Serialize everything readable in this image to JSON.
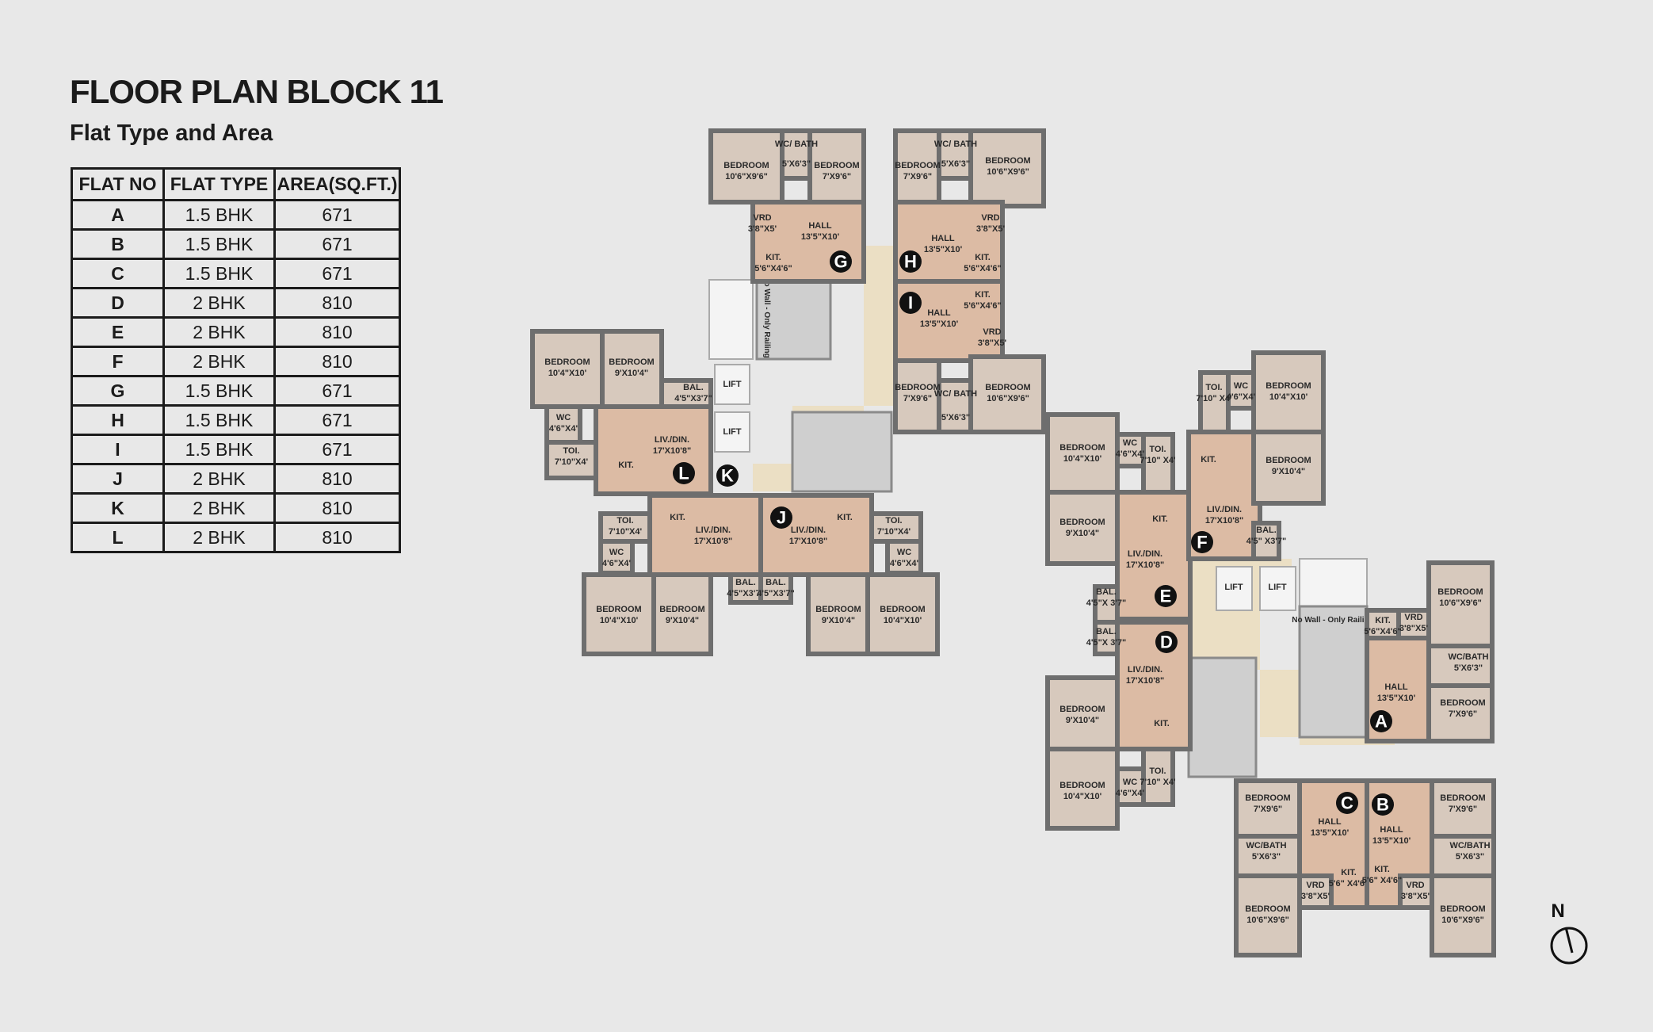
{
  "title": "FLOOR PLAN BLOCK 11",
  "subtitle": "Flat Type and Area",
  "table": {
    "headers": [
      "FLAT NO",
      "FLAT TYPE",
      "AREA(SQ.FT.)"
    ],
    "rows": [
      [
        "A",
        "1.5 BHK",
        "671"
      ],
      [
        "B",
        "1.5 BHK",
        "671"
      ],
      [
        "C",
        "1.5 BHK",
        "671"
      ],
      [
        "D",
        "2 BHK",
        "810"
      ],
      [
        "E",
        "2 BHK",
        "810"
      ],
      [
        "F",
        "2 BHK",
        "810"
      ],
      [
        "G",
        "1.5 BHK",
        "671"
      ],
      [
        "H",
        "1.5 BHK",
        "671"
      ],
      [
        "I",
        "1.5 BHK",
        "671"
      ],
      [
        "J",
        "2 BHK",
        "810"
      ],
      [
        "K",
        "2 BHK",
        "810"
      ],
      [
        "L",
        "2 BHK",
        "810"
      ]
    ]
  },
  "plan": {
    "markers": [
      "A",
      "B",
      "C",
      "D",
      "E",
      "F",
      "G",
      "H",
      "I",
      "J",
      "K",
      "L"
    ],
    "room_labels": {
      "g_bed1": "BEDROOM",
      "g_bed1_dim": "10'6\"X9'6\"",
      "g_wc": "WC/ BATH",
      "g_wc_dim": "5'X6'3\"",
      "g_bed2": "BEDROOM",
      "g_bed2_dim": "7'X9'6\"",
      "g_vrd": "VRD",
      "g_vrd_dim": "3'8\"X5'",
      "g_hall": "HALL",
      "g_hall_dim": "13'5\"X10'",
      "g_kit": "KIT.",
      "g_kit_dim": "5'6\"X4'6\"",
      "h_bed1": "BEDROOM",
      "h_bed1_dim": "7'X9'6\"",
      "h_wc": "WC/ BATH",
      "h_wc_dim": "5'X6'3\"",
      "h_bed2": "BEDROOM",
      "h_bed2_dim": "10'6\"X9'6\"",
      "h_vrd": "VRD",
      "h_vrd_dim": "3'8\"X5'",
      "h_hall": "HALL",
      "h_hall_dim": "13'5\"X10'",
      "h_kit": "KIT.",
      "h_kit_dim": "5'6\"X4'6\"",
      "i_kit": "KIT.",
      "i_kit_dim": "5'6\"X4'6\"",
      "i_hall": "HALL",
      "i_hall_dim": "13'5\"X10'",
      "i_vrd": "VRD",
      "i_vrd_dim": "3'8\"X5'",
      "i_bed1": "BEDROOM",
      "i_bed1_dim": "7'X9'6\"",
      "i_wc": "WC/ BATH",
      "i_wc_dim": "5'X6'3\"",
      "i_bed2": "BEDROOM",
      "i_bed2_dim": "10'6\"X9'6\"",
      "l_bed1": "BEDROOM",
      "l_bed1_dim": "10'4\"X10'",
      "l_bed2": "BEDROOM",
      "l_bed2_dim": "9'X10'4\"",
      "l_wc": "WC",
      "l_wc_dim": "4'6\"X4'",
      "l_toi": "TOI.",
      "l_toi_dim": "7'10\"X4'",
      "l_kit": "KIT.",
      "l_liv": "LIV./DIN.",
      "l_liv_dim": "17'X10'8\"",
      "l_bal": "BAL.",
      "l_bal_dim": "4'5\"X3'7\"",
      "lift": "LIFT",
      "railing": "No Wall - Only Railing",
      "k_toi": "TOI.",
      "k_toi_dim": "7'10\"X4'",
      "k_wc": "WC",
      "k_wc_dim": "4'6\"X4'",
      "k_kit": "KIT.",
      "k_liv": "LIV./DIN.",
      "k_liv_dim": "17'X10'8\"",
      "k_bed1": "BEDROOM",
      "k_bed1_dim": "10'4\"X10'",
      "k_bed2": "BEDROOM",
      "k_bed2_dim": "9'X10'4\"",
      "k_bal": "BAL.",
      "k_bal_dim": "4'5\"X3'7\"",
      "j_liv": "LIV./DIN.",
      "j_liv_dim": "17'X10'8\"",
      "j_kit": "KIT.",
      "j_toi": "TOI.",
      "j_toi_dim": "7'10\"X4'",
      "j_wc": "WC",
      "j_wc_dim": "4'6\"X4'",
      "j_bal": "BAL.",
      "j_bal_dim": "4'5\"X3'7\"",
      "j_bed1": "BEDROOM",
      "j_bed1_dim": "9'X10'4\"",
      "j_bed2": "BEDROOM",
      "j_bed2_dim": "10'4\"X10'",
      "e_bed1": "BEDROOM",
      "e_bed1_dim": "10'4\"X10'",
      "e_wc": "WC",
      "e_wc_dim": "4'6\"X4'",
      "e_toi": "TOI.",
      "e_toi_dim": "7'10\" X4'",
      "e_bed2": "BEDROOM",
      "e_bed2_dim": "9'X10'4\"",
      "e_kit": "KIT.",
      "e_liv": "LIV./DIN.",
      "e_liv_dim": "17'X10'8\"",
      "e_bal": "BAL.",
      "e_bal_dim": "4'5\"X 3'7\"",
      "f_toi": "TOI.",
      "f_toi_dim": "7'10\" X4'",
      "f_wc": "WC",
      "f_wc_dim": "4'6\"X4'",
      "f_bed1": "BEDROOM",
      "f_bed1_dim": "10'4\"X10'",
      "f_kit": "KIT.",
      "f_bed2": "BEDROOM",
      "f_bed2_dim": "9'X10'4\"",
      "f_liv": "LIV./DIN.",
      "f_liv_dim": "17'X10'8\"",
      "f_bal": "BAL.",
      "f_bal_dim": "4'5\" X3'7\"",
      "d_bal": "BAL.",
      "d_bal_dim": "4'5\"X 3'7\"",
      "d_liv": "LIV./DIN.",
      "d_liv_dim": "17'X10'8\"",
      "d_bed1": "BEDROOM",
      "d_bed1_dim": "9'X10'4\"",
      "d_kit": "KIT.",
      "d_bed2": "BEDROOM",
      "d_bed2_dim": "10'4\"X10'",
      "d_wc": "WC",
      "d_wc_dim": "4'6\"X4'",
      "d_toi": "TOI.",
      "d_toi_dim": "7'10\" X4'",
      "a_bed1": "BEDROOM",
      "a_bed1_dim": "10'6\"X9'6\"",
      "a_kit": "KIT.",
      "a_kit_dim": "5'6\"X4'6\"",
      "a_vrd": "VRD",
      "a_vrd_dim": "3'8\"X5'",
      "a_wc": "WC/BATH",
      "a_wc_dim": "5'X6'3\"",
      "a_hall": "HALL",
      "a_hall_dim": "13'5\"X10'",
      "a_bed2": "BEDROOM",
      "a_bed2_dim": "7'X9'6\"",
      "c_bed1": "BEDROOM",
      "c_bed1_dim": "7'X9'6\"",
      "c_hall": "HALL",
      "c_hall_dim": "13'5\"X10'",
      "c_wc": "WC/BATH",
      "c_wc_dim": "5'X6'3\"",
      "c_vrd": "VRD",
      "c_vrd_dim": "3'8\"X5'",
      "c_kit": "KIT.",
      "c_kit_dim": "5'6\" X4'6\"",
      "c_bed2": "BEDROOM",
      "c_bed2_dim": "10'6\"X9'6\"",
      "b_hall": "HALL",
      "b_hall_dim": "13'5\"X10'",
      "b_bed1": "BEDROOM",
      "b_bed1_dim": "7'X9'6\"",
      "b_wc": "WC/BATH",
      "b_wc_dim": "5'X6'3\"",
      "b_kit": "KIT.",
      "b_kit_dim": "5'6\" X4'6\"",
      "b_vrd": "VRD",
      "b_vrd_dim": "3'8\"X5'",
      "b_bed2": "BEDROOM",
      "b_bed2_dim": "10'6\"X9'6\""
    }
  },
  "north_label": "N"
}
